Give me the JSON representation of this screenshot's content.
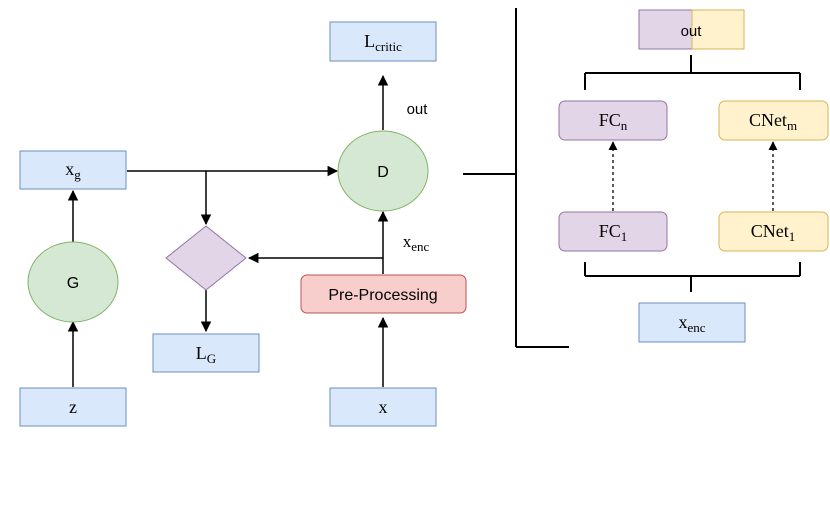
{
  "colors": {
    "blue_fill": "#dae8fc",
    "blue_stroke": "#6c8ebf",
    "green_fill": "#d5e8d4",
    "green_stroke": "#82b366",
    "purple_fill": "#e1d5e7",
    "purple_stroke": "#9673a6",
    "yellow_fill": "#fff2cc",
    "yellow_stroke": "#d6b656",
    "red_fill": "#f8cecc",
    "red_stroke": "#b85450",
    "line": "#000000"
  },
  "left": {
    "l_critic": {
      "main": "L",
      "sub": "critic"
    },
    "out_label": "out",
    "xg": {
      "main": "x",
      "sub": "g"
    },
    "d_label": "D",
    "g_label": "G",
    "xenc_label": {
      "main": "x",
      "sub": "enc"
    },
    "preprocessing_label": "Pre-Processing",
    "lg": {
      "main": "L",
      "sub": "G"
    },
    "z_label": "z",
    "x_label": "x"
  },
  "right": {
    "out_label": "out",
    "fcn": {
      "main": "FC",
      "sub": "n"
    },
    "cnetm": {
      "main": "CNet",
      "sub": "m"
    },
    "fc1": {
      "main": "FC",
      "sub": "1"
    },
    "cnet1": {
      "main": "CNet",
      "sub": "1"
    },
    "xenc": {
      "main": "x",
      "sub": "enc"
    }
  }
}
